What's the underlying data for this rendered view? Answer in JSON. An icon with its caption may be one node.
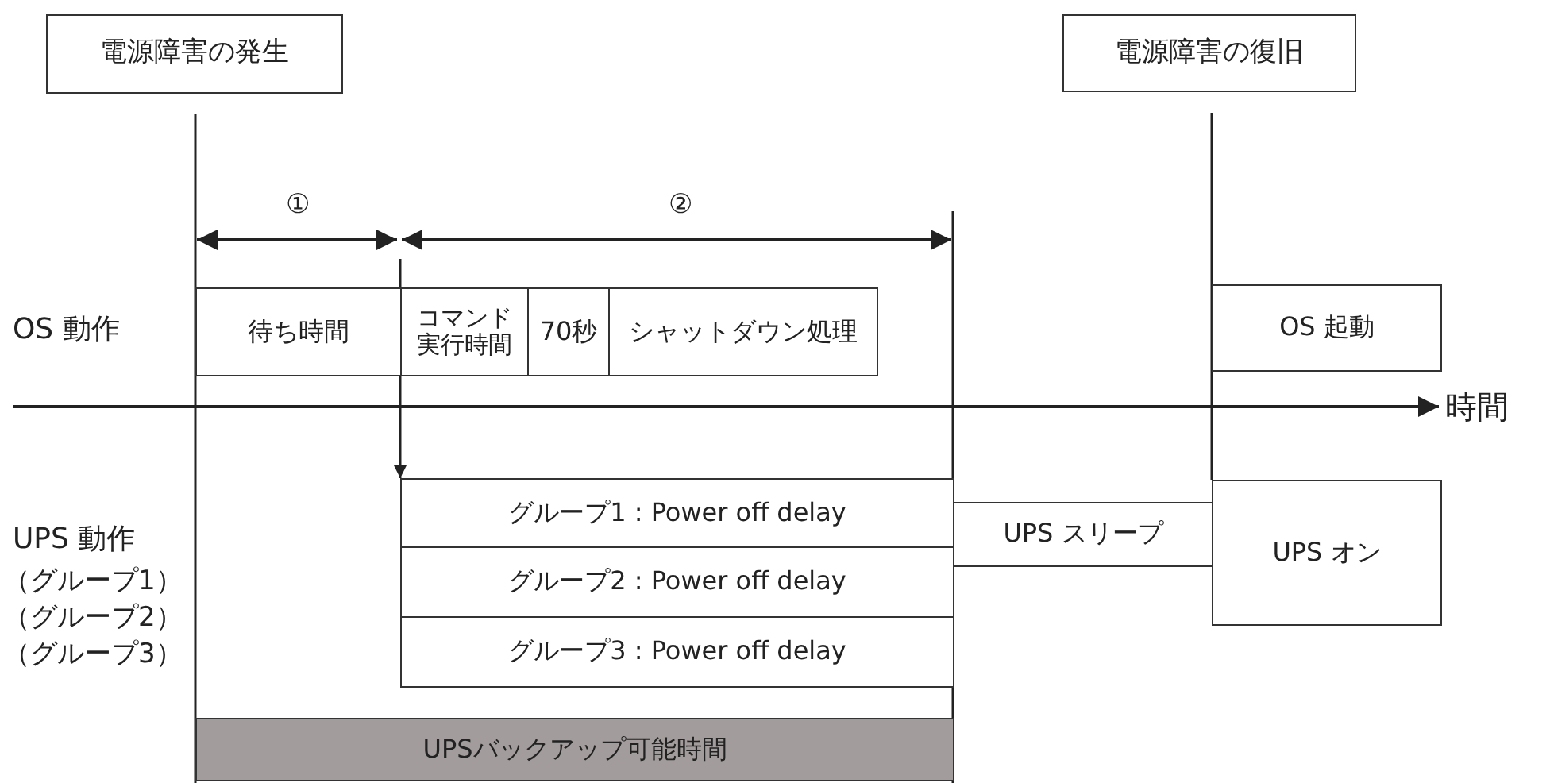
{
  "diagram": {
    "nodes": [
      {
        "text": [
          "電源障害の発生"
        ]
      },
      {
        "text": [
          "電源障害の復旧"
        ]
      },
      {
        "text": [
          "待ち時間"
        ]
      },
      {
        "text": [
          "コマンド実行時間"
        ]
      },
      {
        "text": [
          "70秒"
        ]
      },
      {
        "text": [
          "シャットダウン処理"
        ]
      },
      {
        "text": [
          "OS 起動"
        ]
      },
      {
        "text": [
          "グループ1 : Power off delay"
        ]
      },
      {
        "text": [
          "グループ2 : Power off delay"
        ]
      },
      {
        "text": [
          "グループ3 : Power off delay"
        ]
      },
      {
        "text": [
          "UPS スリープ"
        ]
      },
      {
        "text": [
          "UPS オン"
        ]
      },
      {
        "text": [
          "UPSバックアップ可能時間"
        ]
      }
    ],
    "edges": [
      {
        "from": 3,
        "to": 7,
        "arrow": "to"
      }
    ],
    "labels": [
      "①",
      "②",
      "OS 動作",
      "時間",
      "UPS 動作",
      "（グループ1）",
      "（グループ2）",
      "（グループ3）"
    ]
  }
}
